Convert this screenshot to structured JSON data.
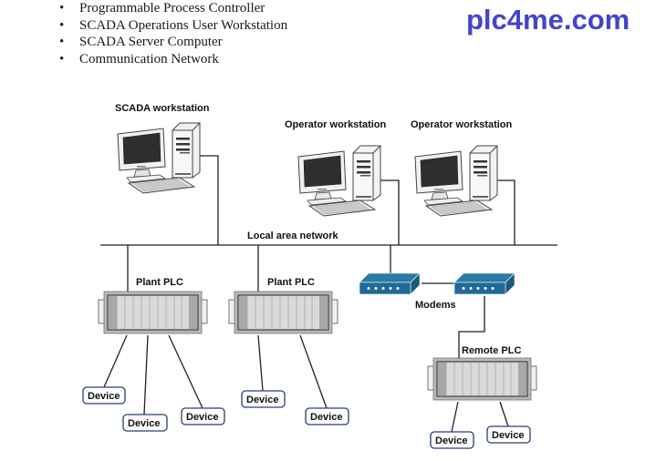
{
  "bullets": [
    "Programmable Process Controller",
    "SCADA Operations User Workstation",
    "SCADA Server Computer",
    "Communication Network"
  ],
  "brand": "plc4me.com",
  "diagram": {
    "workstations": {
      "scada": "SCADA workstation",
      "operator1": "Operator workstation",
      "operator2": "Operator workstation"
    },
    "network_label": "Local area network",
    "plcs": {
      "plant1": "Plant PLC",
      "plant2": "Plant PLC",
      "remote": "Remote PLC"
    },
    "modems_label": "Modems",
    "device_label": "Device",
    "colors": {
      "modem": "#1f6a96",
      "device_border": "#2a3f7a",
      "brand": "#4444cc"
    }
  }
}
